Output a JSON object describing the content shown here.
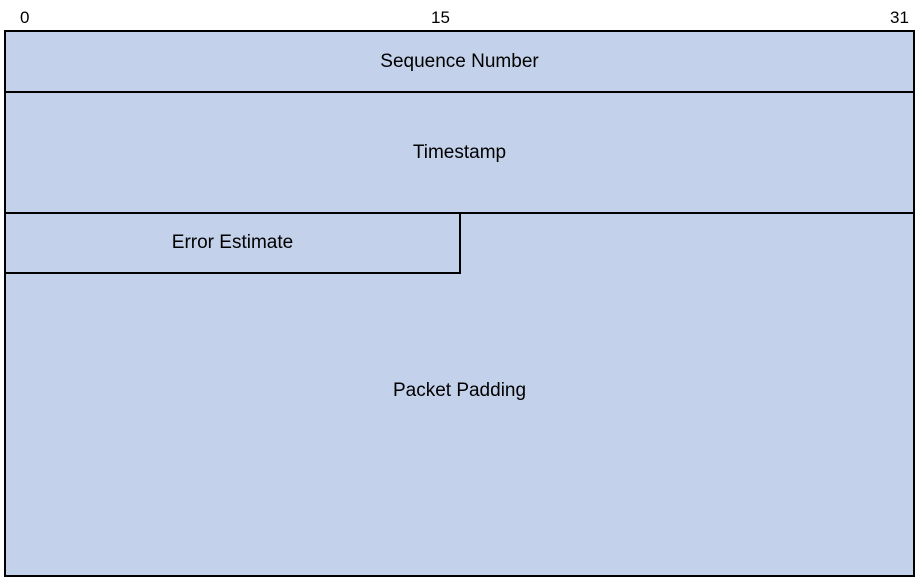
{
  "diagram": {
    "bit_labels": {
      "start": "0",
      "middle": "15",
      "end": "31"
    },
    "fields": {
      "sequence_number": "Sequence Number",
      "timestamp": "Timestamp",
      "error_estimate": "Error Estimate",
      "packet_padding": "Packet Padding"
    },
    "colors": {
      "field_fill": "#c3d1ea",
      "border": "#000000"
    }
  }
}
